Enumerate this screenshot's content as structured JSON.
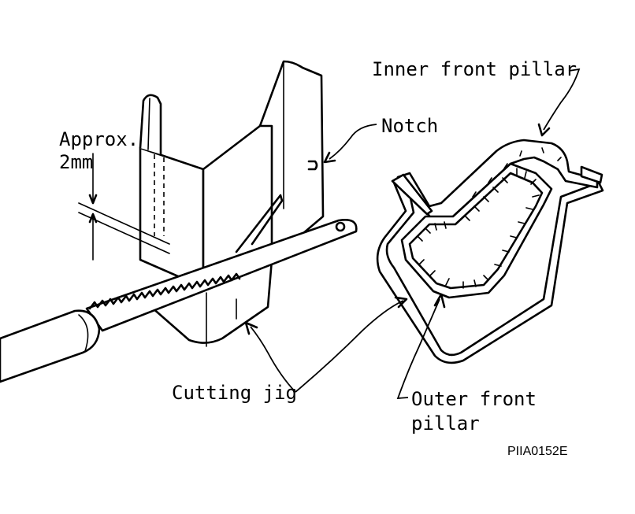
{
  "labels": {
    "approx_line1": "Approx.",
    "approx_line2": "2mm",
    "notch": "Notch",
    "inner_front_pillar": "Inner front pillar",
    "cutting_jig": "Cutting jig",
    "outer_front_pillar_line1": "Outer front",
    "outer_front_pillar_line2": "pillar",
    "figure_code": "PIIA0152E"
  }
}
